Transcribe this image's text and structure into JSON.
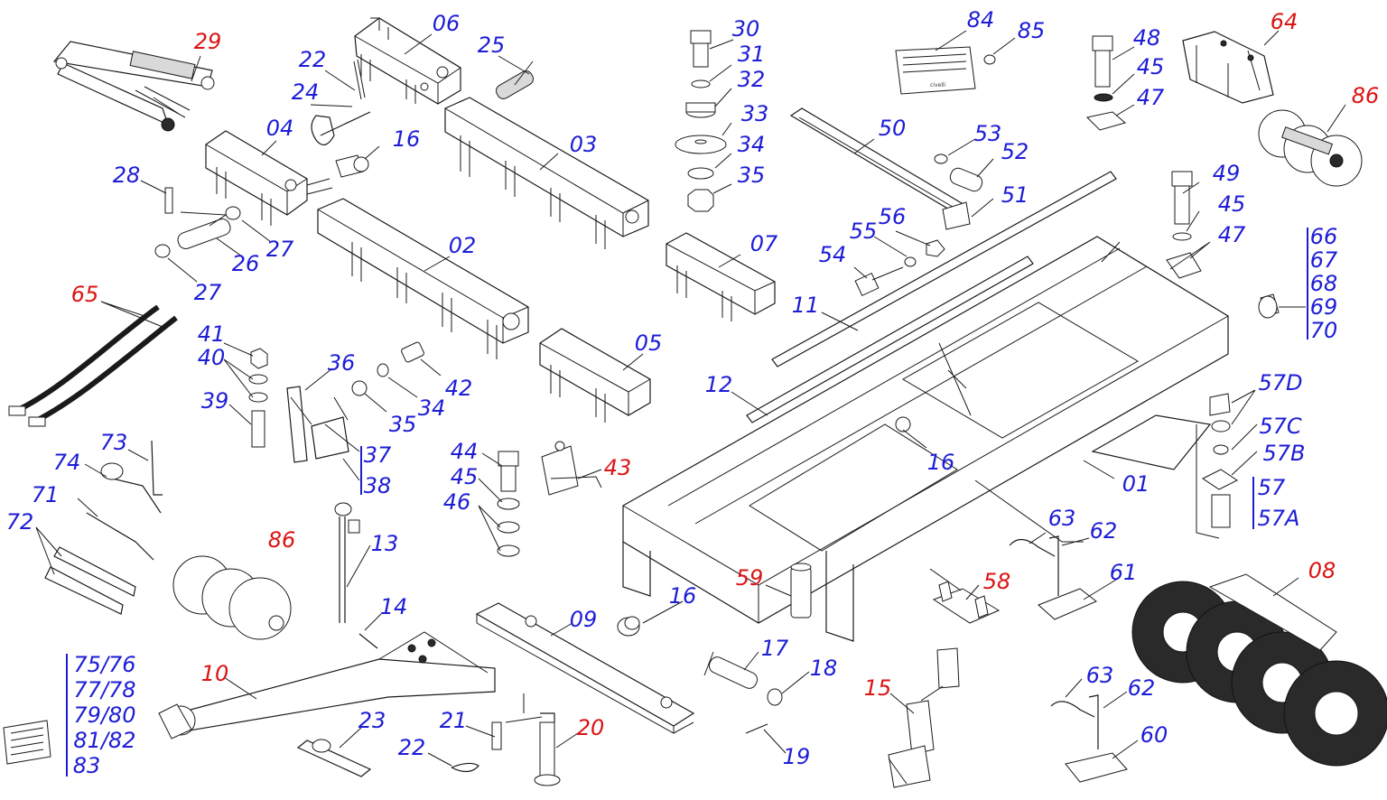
{
  "callouts": [
    {
      "id": "29",
      "text": "29",
      "color": "red"
    },
    {
      "id": "22a",
      "text": "22",
      "color": "blue"
    },
    {
      "id": "06",
      "text": "06",
      "color": "blue"
    },
    {
      "id": "25",
      "text": "25",
      "color": "blue"
    },
    {
      "id": "24",
      "text": "24",
      "color": "blue"
    },
    {
      "id": "30",
      "text": "30",
      "color": "blue"
    },
    {
      "id": "31",
      "text": "31",
      "color": "blue"
    },
    {
      "id": "32",
      "text": "32",
      "color": "blue"
    },
    {
      "id": "33",
      "text": "33",
      "color": "blue"
    },
    {
      "id": "34a",
      "text": "34",
      "color": "blue"
    },
    {
      "id": "35a",
      "text": "35",
      "color": "blue"
    },
    {
      "id": "84",
      "text": "84",
      "color": "blue"
    },
    {
      "id": "85",
      "text": "85",
      "color": "blue"
    },
    {
      "id": "48",
      "text": "48",
      "color": "blue"
    },
    {
      "id": "45a",
      "text": "45",
      "color": "blue"
    },
    {
      "id": "47a",
      "text": "47",
      "color": "blue"
    },
    {
      "id": "64",
      "text": "64",
      "color": "red"
    },
    {
      "id": "86a",
      "text": "86",
      "color": "red"
    },
    {
      "id": "04",
      "text": "04",
      "color": "blue"
    },
    {
      "id": "16a",
      "text": "16",
      "color": "blue"
    },
    {
      "id": "03",
      "text": "03",
      "color": "blue"
    },
    {
      "id": "50",
      "text": "50",
      "color": "blue"
    },
    {
      "id": "53",
      "text": "53",
      "color": "blue"
    },
    {
      "id": "52",
      "text": "52",
      "color": "blue"
    },
    {
      "id": "51",
      "text": "51",
      "color": "blue"
    },
    {
      "id": "28",
      "text": "28",
      "color": "blue"
    },
    {
      "id": "49",
      "text": "49",
      "color": "blue"
    },
    {
      "id": "45b",
      "text": "45",
      "color": "blue"
    },
    {
      "id": "47b",
      "text": "47",
      "color": "blue"
    },
    {
      "id": "26",
      "text": "26",
      "color": "blue"
    },
    {
      "id": "27a",
      "text": "27",
      "color": "blue"
    },
    {
      "id": "27b",
      "text": "27",
      "color": "blue"
    },
    {
      "id": "02",
      "text": "02",
      "color": "blue"
    },
    {
      "id": "07",
      "text": "07",
      "color": "blue"
    },
    {
      "id": "56",
      "text": "56",
      "color": "blue"
    },
    {
      "id": "55",
      "text": "55",
      "color": "blue"
    },
    {
      "id": "54",
      "text": "54",
      "color": "blue"
    },
    {
      "id": "66",
      "text": "66",
      "color": "blue"
    },
    {
      "id": "67",
      "text": "67",
      "color": "blue"
    },
    {
      "id": "68",
      "text": "68",
      "color": "blue"
    },
    {
      "id": "69",
      "text": "69",
      "color": "blue"
    },
    {
      "id": "70",
      "text": "70",
      "color": "blue"
    },
    {
      "id": "65",
      "text": "65",
      "color": "red"
    },
    {
      "id": "11",
      "text": "11",
      "color": "blue"
    },
    {
      "id": "41",
      "text": "41",
      "color": "blue"
    },
    {
      "id": "40",
      "text": "40",
      "color": "blue"
    },
    {
      "id": "36",
      "text": "36",
      "color": "blue"
    },
    {
      "id": "05",
      "text": "05",
      "color": "blue"
    },
    {
      "id": "42",
      "text": "42",
      "color": "blue"
    },
    {
      "id": "12",
      "text": "12",
      "color": "blue"
    },
    {
      "id": "57D",
      "text": "57D",
      "color": "blue"
    },
    {
      "id": "39",
      "text": "39",
      "color": "blue"
    },
    {
      "id": "35b",
      "text": "35",
      "color": "blue"
    },
    {
      "id": "34b",
      "text": "34",
      "color": "blue"
    },
    {
      "id": "57C",
      "text": "57C",
      "color": "blue"
    },
    {
      "id": "73",
      "text": "73",
      "color": "blue"
    },
    {
      "id": "37",
      "text": "37",
      "color": "blue"
    },
    {
      "id": "57B",
      "text": "57B",
      "color": "blue"
    },
    {
      "id": "16b",
      "text": "16",
      "color": "blue"
    },
    {
      "id": "44",
      "text": "44",
      "color": "blue"
    },
    {
      "id": "43",
      "text": "43",
      "color": "red"
    },
    {
      "id": "74",
      "text": "74",
      "color": "blue"
    },
    {
      "id": "01",
      "text": "01",
      "color": "blue"
    },
    {
      "id": "45c",
      "text": "45",
      "color": "blue"
    },
    {
      "id": "38",
      "text": "38",
      "color": "blue"
    },
    {
      "id": "57",
      "text": "57",
      "color": "blue"
    },
    {
      "id": "71",
      "text": "71",
      "color": "blue"
    },
    {
      "id": "46",
      "text": "46",
      "color": "blue"
    },
    {
      "id": "63a",
      "text": "63",
      "color": "blue"
    },
    {
      "id": "57A",
      "text": "57A",
      "color": "blue"
    },
    {
      "id": "72",
      "text": "72",
      "color": "blue"
    },
    {
      "id": "62a",
      "text": "62",
      "color": "blue"
    },
    {
      "id": "86b",
      "text": "86",
      "color": "red"
    },
    {
      "id": "13",
      "text": "13",
      "color": "blue"
    },
    {
      "id": "61",
      "text": "61",
      "color": "blue"
    },
    {
      "id": "08",
      "text": "08",
      "color": "red"
    },
    {
      "id": "59",
      "text": "59",
      "color": "red"
    },
    {
      "id": "58",
      "text": "58",
      "color": "red"
    },
    {
      "id": "16c",
      "text": "16",
      "color": "blue"
    },
    {
      "id": "09",
      "text": "09",
      "color": "blue"
    },
    {
      "id": "14",
      "text": "14",
      "color": "blue"
    },
    {
      "id": "17",
      "text": "17",
      "color": "blue"
    },
    {
      "id": "10",
      "text": "10",
      "color": "red"
    },
    {
      "id": "18",
      "text": "18",
      "color": "blue"
    },
    {
      "id": "63b",
      "text": "63",
      "color": "blue"
    },
    {
      "id": "15",
      "text": "15",
      "color": "red"
    },
    {
      "id": "62b",
      "text": "62",
      "color": "blue"
    },
    {
      "id": "23",
      "text": "23",
      "color": "blue"
    },
    {
      "id": "21",
      "text": "21",
      "color": "blue"
    },
    {
      "id": "20",
      "text": "20",
      "color": "red"
    },
    {
      "id": "22b",
      "text": "22",
      "color": "blue"
    },
    {
      "id": "19",
      "text": "19",
      "color": "blue"
    },
    {
      "id": "60",
      "text": "60",
      "color": "blue"
    },
    {
      "id": "7576",
      "text": "75/76",
      "color": "blue"
    },
    {
      "id": "7778",
      "text": "77/78",
      "color": "blue"
    },
    {
      "id": "7980",
      "text": "79/80",
      "color": "blue"
    },
    {
      "id": "8182",
      "text": "81/82",
      "color": "blue"
    },
    {
      "id": "83",
      "text": "83",
      "color": "blue"
    }
  ],
  "nameplate": {
    "brand": "civelli"
  }
}
